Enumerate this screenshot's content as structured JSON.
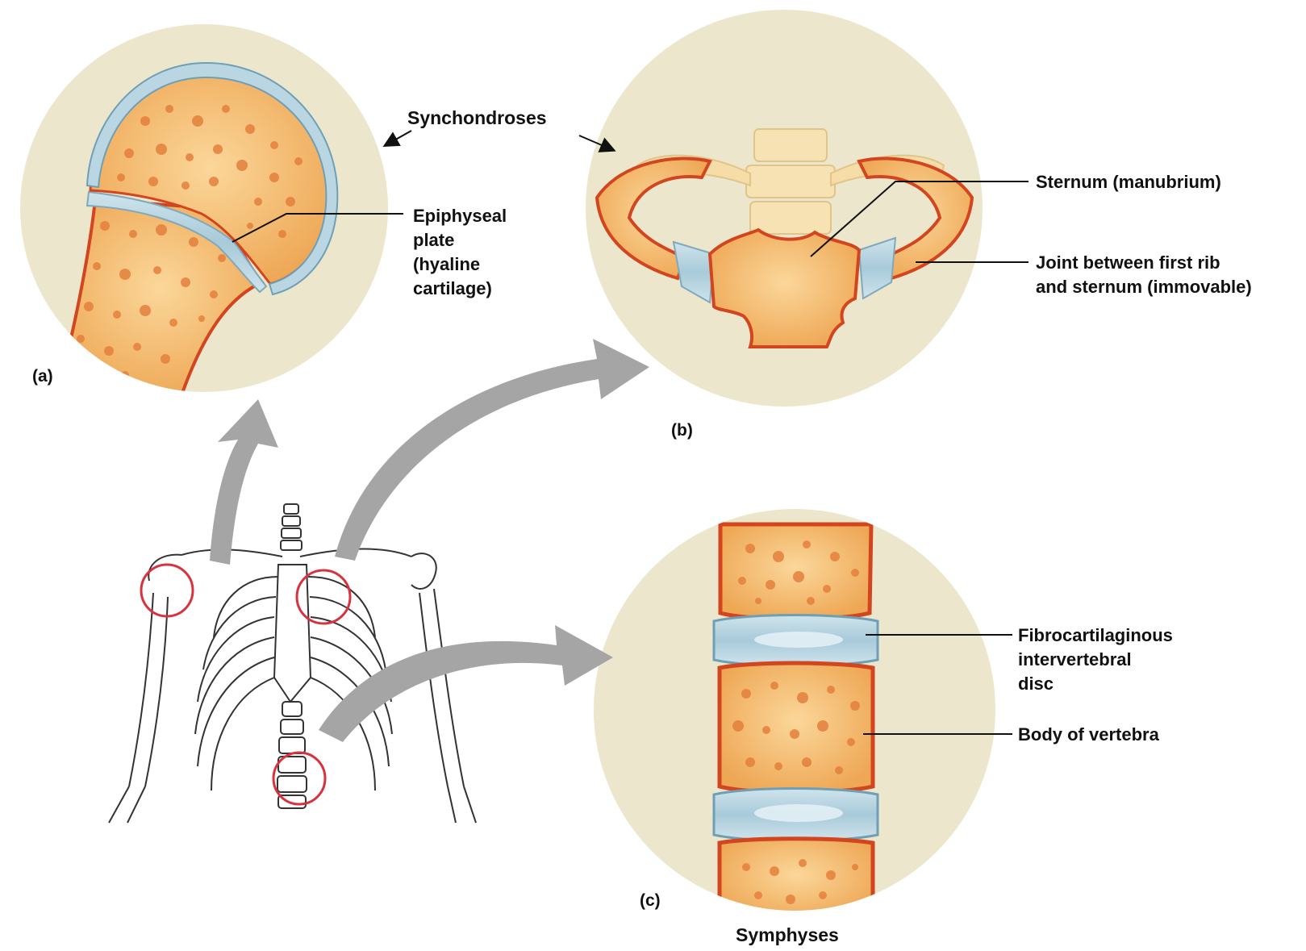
{
  "headings": {
    "synchondroses": "Synchondroses",
    "symphyses": "Symphyses"
  },
  "panels": {
    "a": "(a)",
    "b": "(b)",
    "c": "(c)"
  },
  "labels": {
    "epiphyseal_plate": [
      "Epiphyseal",
      "plate",
      "(hyaline",
      "cartilage)"
    ],
    "sternum": "Sternum (manubrium)",
    "rib_joint": [
      "Joint between first rib",
      "and sternum (immovable)"
    ],
    "disc": [
      "Fibrocartilaginous",
      "intervertebral",
      "disc"
    ],
    "vertebra_body": "Body of vertebra"
  },
  "colors": {
    "panel_bg": "#ece7cc",
    "bone": "#f2b562",
    "bone_edge": "#d2451e",
    "cartilage": "#b9d6e2",
    "arrow": "#a5a5a5",
    "highlight_ring": "#d8323e"
  }
}
